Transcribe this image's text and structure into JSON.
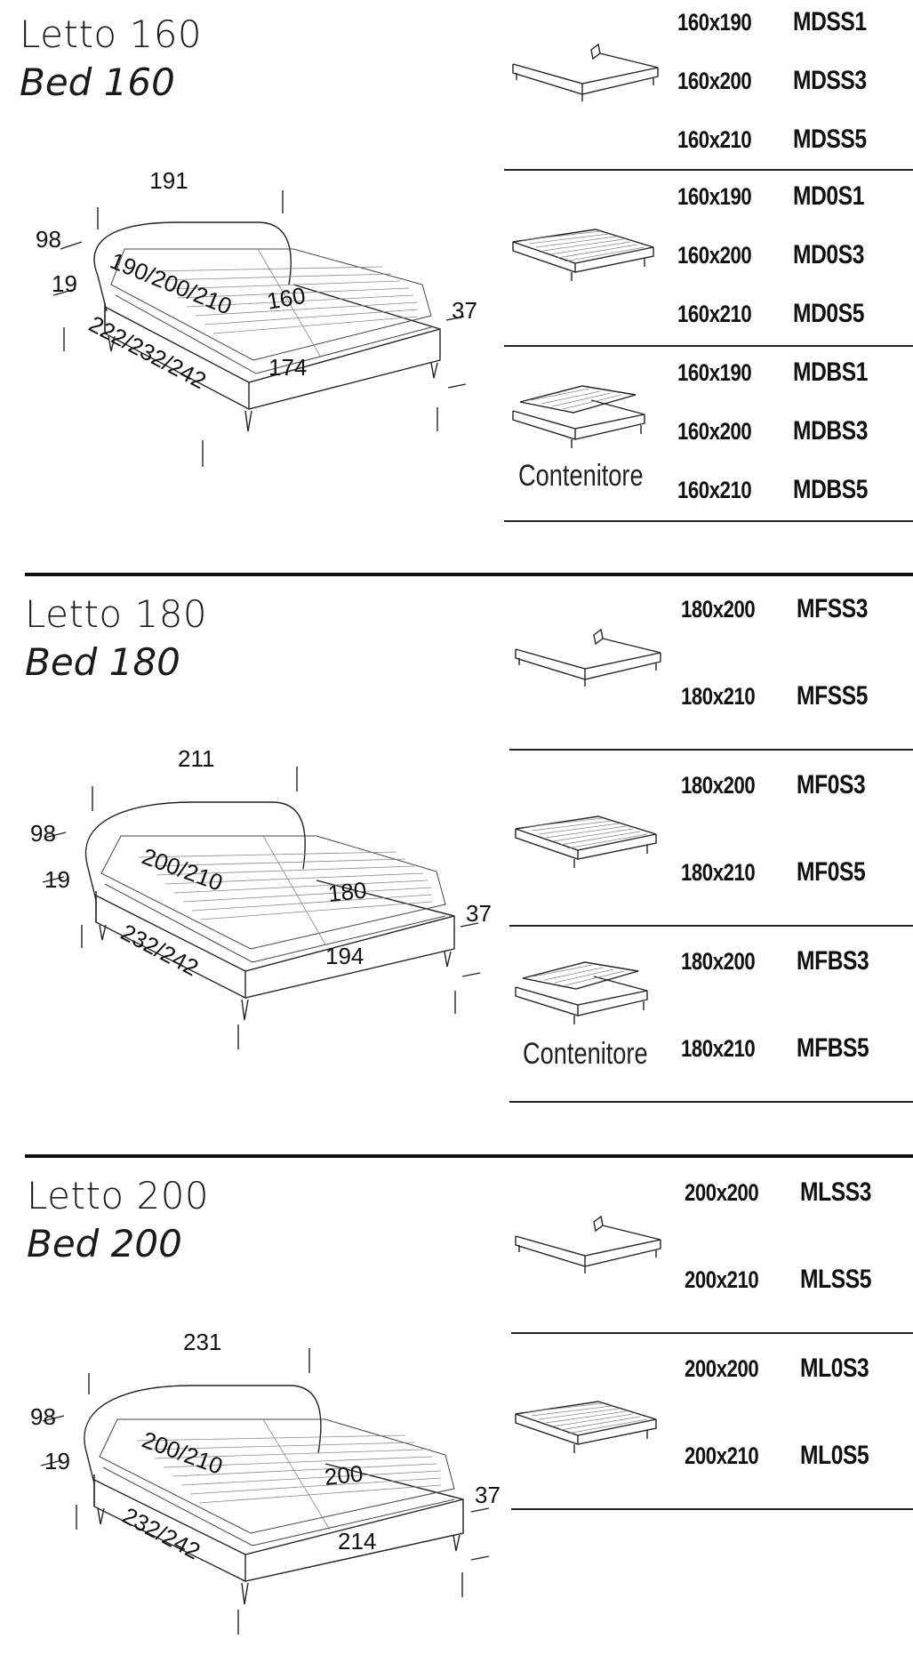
{
  "sections": [
    {
      "title_it": "Letto 160",
      "title_en": "Bed 160",
      "dims": {
        "width_top": "191",
        "height": "98",
        "leg": "19",
        "mattress": "190/200/210",
        "inner": "160",
        "side": "37",
        "length": "222/232/242",
        "front": "174"
      },
      "groups": [
        {
          "rows": [
            {
              "size": "160x190",
              "code": "MDSS1"
            },
            {
              "size": "160x200",
              "code": "MDSS3"
            },
            {
              "size": "160x210",
              "code": "MDSS5"
            }
          ]
        },
        {
          "rows": [
            {
              "size": "160x190",
              "code": "MD0S1"
            },
            {
              "size": "160x200",
              "code": "MD0S3"
            },
            {
              "size": "160x210",
              "code": "MD0S5"
            }
          ]
        },
        {
          "label": "Contenitore",
          "rows": [
            {
              "size": "160x190",
              "code": "MDBS1"
            },
            {
              "size": "160x200",
              "code": "MDBS3"
            },
            {
              "size": "160x210",
              "code": "MDBS5"
            }
          ]
        }
      ]
    },
    {
      "title_it": "Letto 180",
      "title_en": "Bed 180",
      "dims": {
        "width_top": "211",
        "height": "98",
        "leg": "19",
        "mattress": "200/210",
        "inner": "180",
        "side": "37",
        "length": "232/242",
        "front": "194"
      },
      "groups": [
        {
          "rows": [
            {
              "size": "180x200",
              "code": "MFSS3"
            },
            {
              "size": "180x210",
              "code": "MFSS5"
            }
          ]
        },
        {
          "rows": [
            {
              "size": "180x200",
              "code": "MF0S3"
            },
            {
              "size": "180x210",
              "code": "MF0S5"
            }
          ]
        },
        {
          "label": "Contenitore",
          "rows": [
            {
              "size": "180x200",
              "code": "MFBS3"
            },
            {
              "size": "180x210",
              "code": "MFBS5"
            }
          ]
        }
      ]
    },
    {
      "title_it": "Letto 200",
      "title_en": "Bed 200",
      "dims": {
        "width_top": "231",
        "height": "98",
        "leg": "19",
        "mattress": "200/210",
        "inner": "200",
        "side": "37",
        "length": "232/242",
        "front": "214"
      },
      "groups": [
        {
          "rows": [
            {
              "size": "200x200",
              "code": "MLSS3"
            },
            {
              "size": "200x210",
              "code": "MLSS5"
            }
          ]
        },
        {
          "rows": [
            {
              "size": "200x200",
              "code": "ML0S3"
            },
            {
              "size": "200x210",
              "code": "ML0S5"
            }
          ]
        }
      ]
    }
  ]
}
